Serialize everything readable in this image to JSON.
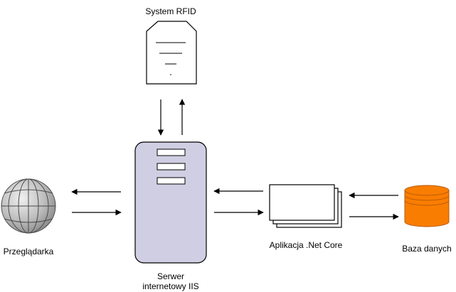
{
  "nodes": {
    "rfid": {
      "label": "System RFID",
      "icon": "document-icon"
    },
    "browser": {
      "label": "Przeglądarka",
      "icon": "globe-icon"
    },
    "server": {
      "label_line1": "Serwer",
      "label_line2": "internetowy IIS",
      "icon": "server-icon"
    },
    "app": {
      "label": "Aplikacja .Net Core",
      "icon": "stacked-documents-icon"
    },
    "db": {
      "label": "Baza danych",
      "icon": "database-icon"
    }
  },
  "colors": {
    "server_fill": "#d0cee2",
    "db_fill": "#f97d00",
    "db_stroke": "#b7590a",
    "globe_fill": "#bdbdbd",
    "stroke": "#000000"
  }
}
